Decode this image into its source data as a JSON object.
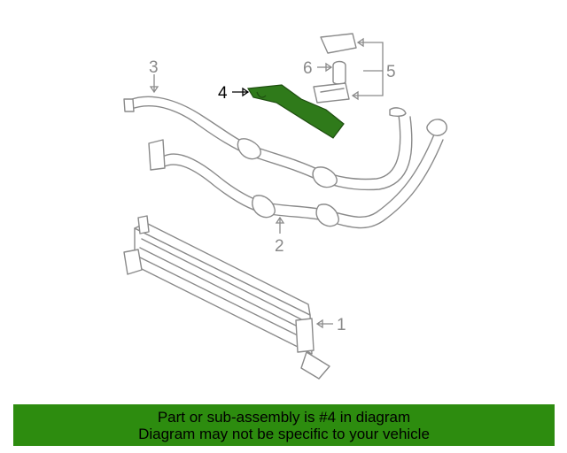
{
  "diagram": {
    "callouts": [
      {
        "label": "1"
      },
      {
        "label": "2"
      },
      {
        "label": "3"
      },
      {
        "label": "4"
      },
      {
        "label": "5"
      },
      {
        "label": "6"
      }
    ],
    "highlighted_part": "4",
    "highlight_color": "#2f7a1a"
  },
  "banner": {
    "line1": "Part or sub-assembly is #4 in diagram",
    "line2": "Diagram may not be specific to your vehicle",
    "background": "#2d8c0f"
  }
}
